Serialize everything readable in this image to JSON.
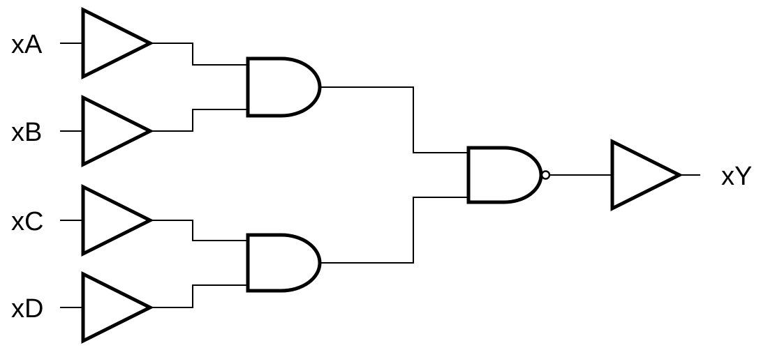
{
  "diagram": {
    "type": "logic-circuit",
    "colors": {
      "line": "#000000",
      "gate_fill": "#ffffff",
      "background": "#ffffff"
    },
    "labels": {
      "input_a": "xA",
      "input_b": "xB",
      "input_c": "xC",
      "input_d": "xD",
      "output_y": "xY"
    },
    "components": [
      {
        "id": "buffer-a",
        "type": "buffer",
        "inputs": [
          "xA"
        ],
        "feeds": "and-top"
      },
      {
        "id": "buffer-b",
        "type": "buffer",
        "inputs": [
          "xB"
        ],
        "feeds": "and-top"
      },
      {
        "id": "buffer-c",
        "type": "buffer",
        "inputs": [
          "xC"
        ],
        "feeds": "and-bottom"
      },
      {
        "id": "buffer-d",
        "type": "buffer",
        "inputs": [
          "xD"
        ],
        "feeds": "and-bottom"
      },
      {
        "id": "and-top",
        "type": "and",
        "inputs": [
          "buffer-a",
          "buffer-b"
        ],
        "feeds": "nand"
      },
      {
        "id": "and-bottom",
        "type": "and",
        "inputs": [
          "buffer-c",
          "buffer-d"
        ],
        "feeds": "nand"
      },
      {
        "id": "nand",
        "type": "nand",
        "inputs": [
          "and-top",
          "and-bottom"
        ],
        "feeds": "buffer-y"
      },
      {
        "id": "buffer-y",
        "type": "buffer",
        "inputs": [
          "nand"
        ],
        "feeds": "xY"
      }
    ]
  }
}
